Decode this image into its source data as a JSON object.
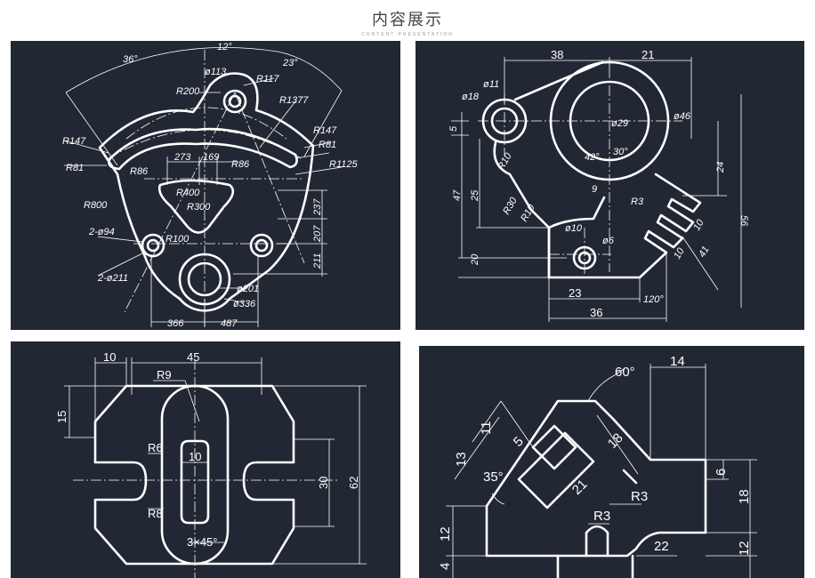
{
  "header": {
    "title": "内容展示",
    "subtitle": "CONTENT PRESENTATION"
  },
  "drawings": {
    "tl": {
      "a36": "36°",
      "a12": "12°",
      "a23": "23°",
      "d113": "ø113",
      "r117": "R117",
      "r200": "R200",
      "r1377": "R1377",
      "r147a": "R147",
      "r147b": "R147",
      "r81a": "R81",
      "r81b": "R81",
      "r1125": "R1125",
      "r86a": "R86",
      "r86b": "R86",
      "d273": "273",
      "d169": "169",
      "r400": "R400",
      "r300": "R300",
      "r800": "R800",
      "r100": "R100",
      "d94": "2-ø94",
      "d211": "2-ø211",
      "d201": "ø201",
      "d336": "ø336",
      "d366": "366",
      "d487": "487",
      "d237": "237",
      "d207": "207",
      "d211v": "211"
    },
    "tr": {
      "d38": "38",
      "d21": "21",
      "d11": "ø11",
      "d18": "ø18",
      "d29": "ø29",
      "d46": "ø46",
      "d5": "5",
      "a42": "42°",
      "a30": "30°",
      "r10a": "R10",
      "d24": "24",
      "d47": "47",
      "d25": "25",
      "r30": "R30",
      "r10b": "R10",
      "d9": "9",
      "r3": "R3",
      "d56": "56",
      "d10a": "ø10",
      "d6": "ø6",
      "d10b": "10",
      "d10c": "10",
      "d41": "41",
      "d20": "20",
      "d23": "23",
      "a120": "120°",
      "d36": "36"
    },
    "bl": {
      "d10": "10",
      "d45": "45",
      "r9": "R9",
      "d15": "15",
      "r6": "R6",
      "d10i": "10",
      "d30": "30",
      "d62": "62",
      "r8": "R8",
      "c3": "3×45°"
    },
    "br": {
      "a60": "60°",
      "d14": "14",
      "d11": "11",
      "d5": "5",
      "d18a": "18",
      "d13": "13",
      "a35": "35°",
      "d21": "21",
      "d6": "6",
      "r3a": "R3",
      "d18b": "18",
      "r3b": "R3",
      "d22": "22",
      "d12a": "12",
      "d12b": "12",
      "d4": "4"
    }
  }
}
